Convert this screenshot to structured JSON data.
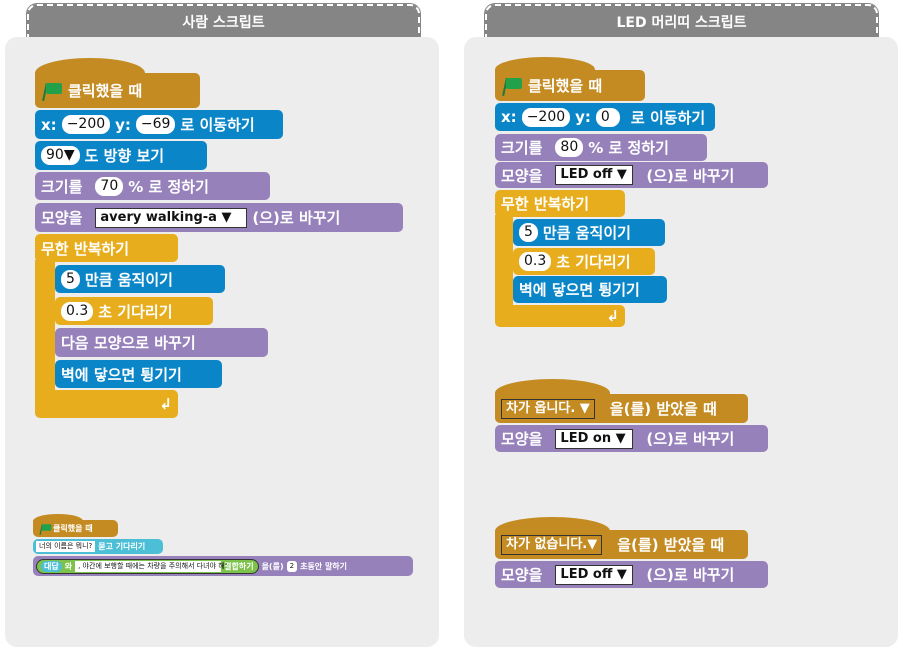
{
  "tabs": {
    "left": "사람 스크립트",
    "right": "LED 머리띠 스크립트"
  },
  "left": {
    "hat": "클릭했을 때",
    "goto": {
      "x_label": "x:",
      "x": "−200",
      "y_label": "y:",
      "y": "−69",
      "suffix": "로 이동하기"
    },
    "point": {
      "value": "90▼",
      "suffix": "도 방향 보기"
    },
    "size": {
      "prefix": "크기를",
      "value": "70",
      "suffix": "% 로 정하기"
    },
    "costume": {
      "prefix": "모양을",
      "value": "avery walking-a ▼",
      "suffix": "(으)로 바꾸기"
    },
    "forever": "무한 반복하기",
    "move": {
      "value": "5",
      "suffix": "만큼 움직이기"
    },
    "wait": {
      "value": "0.3",
      "suffix": "초 기다리기"
    },
    "next": "다음 모양으로 바꾸기",
    "bounce": "벽에 닿으면 튕기기",
    "loop_arrow": "↲"
  },
  "mini": {
    "hat": "클릭했을 때",
    "ask": {
      "value": "너의 이름은 뭐니?",
      "suffix": "묻고 기다리기"
    },
    "say": {
      "answer": "대답",
      "wa": "와",
      "text": ", 야간에 보행할 때에는 차량을 주의해서 다녀야 해!",
      "join": "결합하기",
      "eul": "을(를)",
      "secs": "2",
      "suffix": "초동안 말하기"
    }
  },
  "right": {
    "hat": "클릭했을 때",
    "goto": {
      "x_label": "x:",
      "x": "−200",
      "y_label": "y:",
      "y": "0",
      "suffix": "로 이동하기"
    },
    "size": {
      "prefix": "크기를",
      "value": "80",
      "suffix": "% 로 정하기"
    },
    "costume": {
      "prefix": "모양을",
      "value": "LED off ▼",
      "suffix": "(으)로 바꾸기"
    },
    "forever": "무한 반복하기",
    "move": {
      "value": "5",
      "suffix": "만큼 움직이기"
    },
    "wait": {
      "value": "0.3",
      "suffix": "초 기다리기"
    },
    "bounce": "벽에 닿으면 튕기기",
    "loop_arrow": "↲",
    "recv1": {
      "msg": "차가 옵니다. ▼",
      "suffix": "을(를) 받았을 때"
    },
    "costume1": {
      "prefix": "모양을",
      "value": "LED on ▼",
      "suffix": "(으)로 바꾸기"
    },
    "recv2": {
      "msg": "차가 없습니다.▼",
      "suffix": "을(를) 받았을 때"
    },
    "costume2": {
      "prefix": "모양을",
      "value": "LED off ▼",
      "suffix": "(으)로 바꾸기"
    }
  }
}
